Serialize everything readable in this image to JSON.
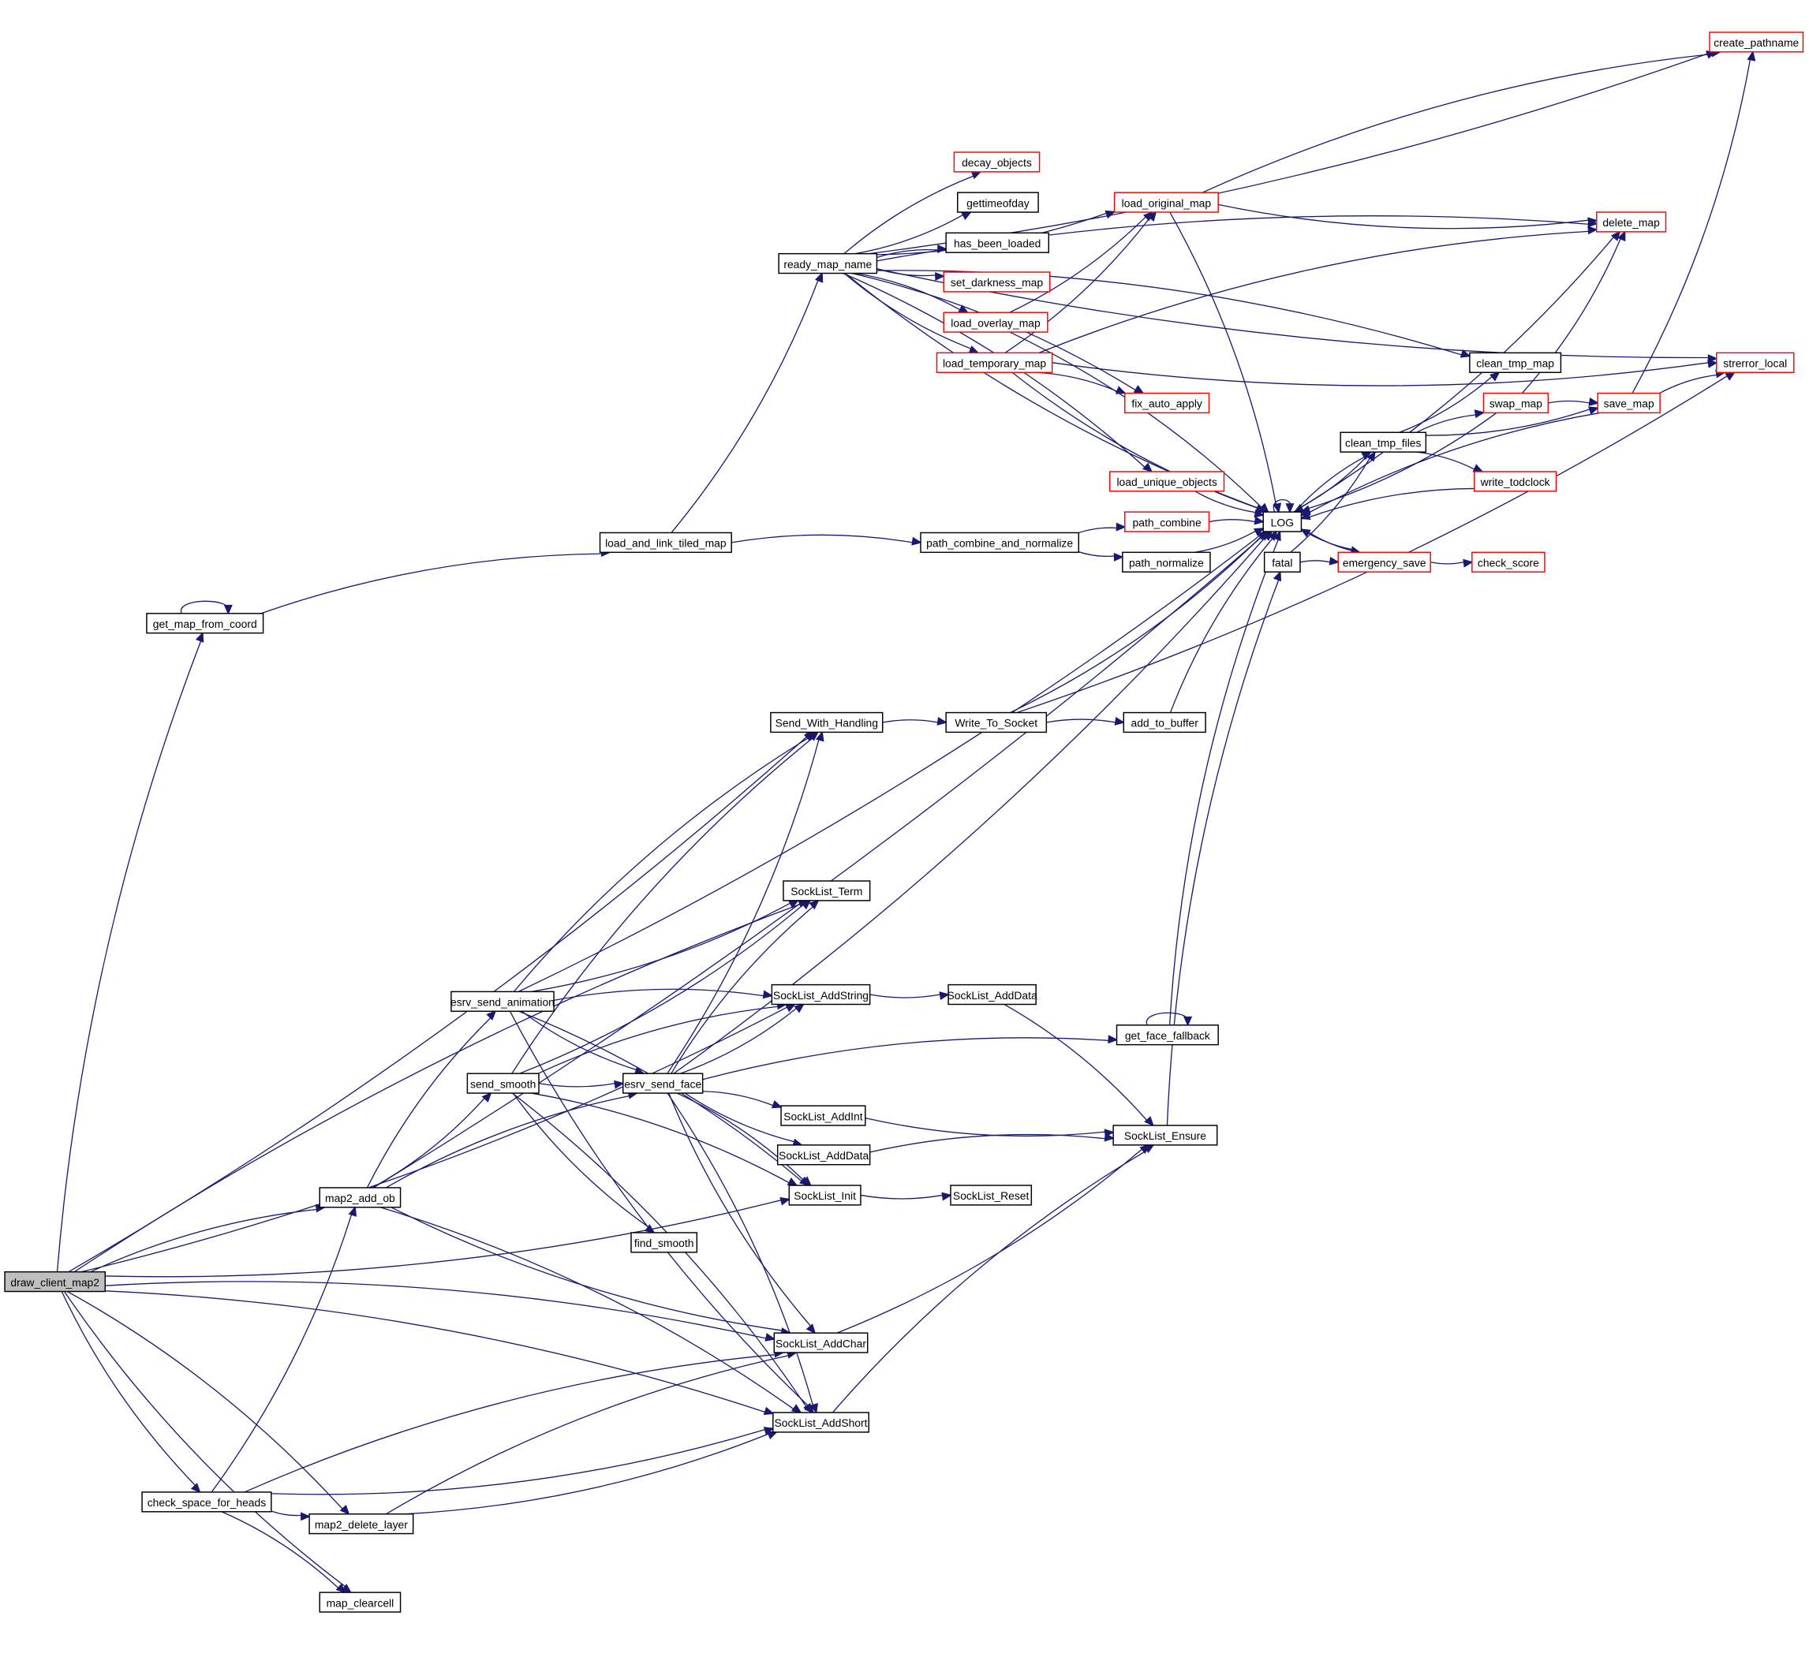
{
  "title": "draw_client_map2 call graph",
  "colors": {
    "edge": "#191970",
    "node_border_default": "#000000",
    "node_border_truncated": "#ff0000",
    "root_fill": "#bfbfbf",
    "node_fill": "#ffffff"
  },
  "nodes": [
    {
      "id": "draw_client_map2",
      "label": "draw_client_map2",
      "type": "root"
    },
    {
      "id": "get_map_from_coord",
      "label": "get_map_from_coord",
      "type": "normal"
    },
    {
      "id": "load_and_link_tiled_map",
      "label": "load_and_link_tiled_map",
      "type": "normal"
    },
    {
      "id": "ready_map_name",
      "label": "ready_map_name",
      "type": "normal"
    },
    {
      "id": "decay_objects",
      "label": "decay_objects",
      "type": "truncated"
    },
    {
      "id": "gettimeofday",
      "label": "gettimeofday",
      "type": "normal"
    },
    {
      "id": "has_been_loaded",
      "label": "has_been_loaded",
      "type": "normal"
    },
    {
      "id": "set_darkness_map",
      "label": "set_darkness_map",
      "type": "truncated"
    },
    {
      "id": "load_overlay_map",
      "label": "load_overlay_map",
      "type": "truncated"
    },
    {
      "id": "load_temporary_map",
      "label": "load_temporary_map",
      "type": "truncated"
    },
    {
      "id": "load_original_map",
      "label": "load_original_map",
      "type": "truncated"
    },
    {
      "id": "fix_auto_apply",
      "label": "fix_auto_apply",
      "type": "truncated"
    },
    {
      "id": "load_unique_objects",
      "label": "load_unique_objects",
      "type": "truncated"
    },
    {
      "id": "path_combine_and_normalize",
      "label": "path_combine_and_normalize",
      "type": "normal"
    },
    {
      "id": "path_combine",
      "label": "path_combine",
      "type": "truncated"
    },
    {
      "id": "path_normalize",
      "label": "path_normalize",
      "type": "normal"
    },
    {
      "id": "LOG",
      "label": "LOG",
      "type": "normal"
    },
    {
      "id": "fatal",
      "label": "fatal",
      "type": "normal"
    },
    {
      "id": "emergency_save",
      "label": "emergency_save",
      "type": "truncated"
    },
    {
      "id": "check_score",
      "label": "check_score",
      "type": "truncated"
    },
    {
      "id": "clean_tmp_files",
      "label": "clean_tmp_files",
      "type": "normal"
    },
    {
      "id": "write_todclock",
      "label": "write_todclock",
      "type": "truncated"
    },
    {
      "id": "clean_tmp_map",
      "label": "clean_tmp_map",
      "type": "normal"
    },
    {
      "id": "swap_map",
      "label": "swap_map",
      "type": "truncated"
    },
    {
      "id": "save_map",
      "label": "save_map",
      "type": "truncated"
    },
    {
      "id": "delete_map",
      "label": "delete_map",
      "type": "truncated"
    },
    {
      "id": "strerror_local",
      "label": "strerror_local",
      "type": "truncated"
    },
    {
      "id": "create_pathname",
      "label": "create_pathname",
      "type": "truncated"
    },
    {
      "id": "Send_With_Handling",
      "label": "Send_With_Handling",
      "type": "normal"
    },
    {
      "id": "Write_To_Socket",
      "label": "Write_To_Socket",
      "type": "normal"
    },
    {
      "id": "add_to_buffer",
      "label": "add_to_buffer",
      "type": "normal"
    },
    {
      "id": "SockList_Term",
      "label": "SockList_Term",
      "type": "normal"
    },
    {
      "id": "esrv_send_animation",
      "label": "esrv_send_animation",
      "type": "normal"
    },
    {
      "id": "SockList_AddString",
      "label": "SockList_AddString",
      "type": "normal"
    },
    {
      "id": "SockList_AddData_a",
      "label": "SockList_AddData",
      "type": "normal"
    },
    {
      "id": "get_face_fallback",
      "label": "get_face_fallback",
      "type": "normal"
    },
    {
      "id": "send_smooth",
      "label": "send_smooth",
      "type": "normal"
    },
    {
      "id": "esrv_send_face",
      "label": "esrv_send_face",
      "type": "normal"
    },
    {
      "id": "SockList_AddInt",
      "label": "SockList_AddInt",
      "type": "normal"
    },
    {
      "id": "SockList_AddData_b",
      "label": "SockList_AddData",
      "type": "normal"
    },
    {
      "id": "SockList_Ensure",
      "label": "SockList_Ensure",
      "type": "normal"
    },
    {
      "id": "SockList_Init",
      "label": "SockList_Init",
      "type": "normal"
    },
    {
      "id": "SockList_Reset",
      "label": "SockList_Reset",
      "type": "normal"
    },
    {
      "id": "find_smooth",
      "label": "find_smooth",
      "type": "normal"
    },
    {
      "id": "map2_add_ob",
      "label": "map2_add_ob",
      "type": "normal"
    },
    {
      "id": "SockList_AddChar",
      "label": "SockList_AddChar",
      "type": "normal"
    },
    {
      "id": "SockList_AddShort",
      "label": "SockList_AddShort",
      "type": "normal"
    },
    {
      "id": "check_space_for_heads",
      "label": "check_space_for_heads",
      "type": "normal"
    },
    {
      "id": "map2_delete_layer",
      "label": "map2_delete_layer",
      "type": "normal"
    },
    {
      "id": "map_clearcell",
      "label": "map_clearcell",
      "type": "normal"
    }
  ],
  "edges": [
    [
      "draw_client_map2",
      "get_map_from_coord"
    ],
    [
      "draw_client_map2",
      "Send_With_Handling"
    ],
    [
      "draw_client_map2",
      "SockList_Term"
    ],
    [
      "draw_client_map2",
      "SockList_AddString"
    ],
    [
      "draw_client_map2",
      "map2_add_ob"
    ],
    [
      "draw_client_map2",
      "SockList_Init"
    ],
    [
      "draw_client_map2",
      "SockList_AddChar"
    ],
    [
      "draw_client_map2",
      "check_space_for_heads"
    ],
    [
      "draw_client_map2",
      "map2_delete_layer"
    ],
    [
      "draw_client_map2",
      "map_clearcell"
    ],
    [
      "draw_client_map2",
      "SockList_AddShort"
    ],
    [
      "get_map_from_coord",
      "get_map_from_coord"
    ],
    [
      "get_map_from_coord",
      "load_and_link_tiled_map"
    ],
    [
      "load_and_link_tiled_map",
      "ready_map_name"
    ],
    [
      "load_and_link_tiled_map",
      "path_combine_and_normalize"
    ],
    [
      "ready_map_name",
      "create_pathname"
    ],
    [
      "ready_map_name",
      "delete_map"
    ],
    [
      "ready_map_name",
      "load_original_map"
    ],
    [
      "ready_map_name",
      "clean_tmp_map"
    ],
    [
      "ready_map_name",
      "strerror_local"
    ],
    [
      "ready_map_name",
      "decay_objects"
    ],
    [
      "ready_map_name",
      "gettimeofday"
    ],
    [
      "ready_map_name",
      "has_been_loaded"
    ],
    [
      "ready_map_name",
      "set_darkness_map"
    ],
    [
      "ready_map_name",
      "load_overlay_map"
    ],
    [
      "ready_map_name",
      "load_temporary_map"
    ],
    [
      "ready_map_name",
      "fix_auto_apply"
    ],
    [
      "ready_map_name",
      "LOG"
    ],
    [
      "ready_map_name",
      "load_unique_objects"
    ],
    [
      "load_overlay_map",
      "load_original_map"
    ],
    [
      "load_overlay_map",
      "LOG"
    ],
    [
      "load_temporary_map",
      "load_original_map"
    ],
    [
      "load_temporary_map",
      "delete_map"
    ],
    [
      "load_temporary_map",
      "strerror_local"
    ],
    [
      "load_temporary_map",
      "fix_auto_apply"
    ],
    [
      "load_temporary_map",
      "LOG"
    ],
    [
      "load_original_map",
      "create_pathname"
    ],
    [
      "load_original_map",
      "delete_map"
    ],
    [
      "load_original_map",
      "LOG"
    ],
    [
      "load_unique_objects",
      "LOG"
    ],
    [
      "path_combine_and_normalize",
      "path_combine"
    ],
    [
      "path_combine_and_normalize",
      "path_normalize"
    ],
    [
      "path_combine",
      "LOG"
    ],
    [
      "path_normalize",
      "LOG"
    ],
    [
      "LOG",
      "LOG"
    ],
    [
      "LOG",
      "delete_map"
    ],
    [
      "LOG",
      "clean_tmp_files"
    ],
    [
      "LOG",
      "emergency_save"
    ],
    [
      "fatal",
      "emergency_save"
    ],
    [
      "fatal",
      "clean_tmp_files"
    ],
    [
      "emergency_save",
      "LOG"
    ],
    [
      "emergency_save",
      "check_score"
    ],
    [
      "clean_tmp_files",
      "LOG"
    ],
    [
      "clean_tmp_files",
      "clean_tmp_map"
    ],
    [
      "clean_tmp_files",
      "swap_map"
    ],
    [
      "clean_tmp_files",
      "save_map"
    ],
    [
      "clean_tmp_files",
      "write_todclock"
    ],
    [
      "write_todclock",
      "LOG"
    ],
    [
      "swap_map",
      "LOG"
    ],
    [
      "swap_map",
      "delete_map"
    ],
    [
      "swap_map",
      "save_map"
    ],
    [
      "save_map",
      "create_pathname"
    ],
    [
      "save_map",
      "strerror_local"
    ],
    [
      "save_map",
      "LOG"
    ],
    [
      "Send_With_Handling",
      "Write_To_Socket"
    ],
    [
      "Write_To_Socket",
      "LOG"
    ],
    [
      "Write_To_Socket",
      "add_to_buffer"
    ],
    [
      "Write_To_Socket",
      "strerror_local"
    ],
    [
      "add_to_buffer",
      "LOG"
    ],
    [
      "map2_add_ob",
      "LOG"
    ],
    [
      "map2_add_ob",
      "esrv_send_animation"
    ],
    [
      "map2_add_ob",
      "send_smooth"
    ],
    [
      "map2_add_ob",
      "esrv_send_face"
    ],
    [
      "map2_add_ob",
      "SockList_AddChar"
    ],
    [
      "map2_add_ob",
      "SockList_AddShort"
    ],
    [
      "esrv_send_animation",
      "LOG"
    ],
    [
      "esrv_send_animation",
      "Send_With_Handling"
    ],
    [
      "esrv_send_animation",
      "SockList_Term"
    ],
    [
      "esrv_send_animation",
      "SockList_AddString"
    ],
    [
      "esrv_send_animation",
      "esrv_send_face"
    ],
    [
      "esrv_send_animation",
      "SockList_Init"
    ],
    [
      "esrv_send_animation",
      "SockList_AddShort"
    ],
    [
      "send_smooth",
      "Send_With_Handling"
    ],
    [
      "send_smooth",
      "SockList_Term"
    ],
    [
      "send_smooth",
      "SockList_AddString"
    ],
    [
      "send_smooth",
      "esrv_send_face"
    ],
    [
      "send_smooth",
      "SockList_Init"
    ],
    [
      "send_smooth",
      "find_smooth"
    ],
    [
      "send_smooth",
      "SockList_AddShort"
    ],
    [
      "esrv_send_face",
      "Send_With_Handling"
    ],
    [
      "esrv_send_face",
      "SockList_Term"
    ],
    [
      "esrv_send_face",
      "SockList_AddString"
    ],
    [
      "esrv_send_face",
      "get_face_fallback"
    ],
    [
      "esrv_send_face",
      "LOG"
    ],
    [
      "esrv_send_face",
      "SockList_AddInt"
    ],
    [
      "esrv_send_face",
      "SockList_AddData_b"
    ],
    [
      "esrv_send_face",
      "SockList_Init"
    ],
    [
      "esrv_send_face",
      "SockList_AddChar"
    ],
    [
      "esrv_send_face",
      "SockList_AddShort"
    ],
    [
      "SockList_AddString",
      "SockList_AddData_a"
    ],
    [
      "SockList_AddData_a",
      "SockList_Ensure"
    ],
    [
      "get_face_fallback",
      "get_face_fallback"
    ],
    [
      "get_face_fallback",
      "LOG"
    ],
    [
      "SockList_AddInt",
      "SockList_Ensure"
    ],
    [
      "SockList_AddData_b",
      "SockList_Ensure"
    ],
    [
      "SockList_Init",
      "SockList_Reset"
    ],
    [
      "SockList_Ensure",
      "fatal"
    ],
    [
      "SockList_AddChar",
      "SockList_Ensure"
    ],
    [
      "SockList_AddShort",
      "SockList_Ensure"
    ],
    [
      "check_space_for_heads",
      "map2_add_ob"
    ],
    [
      "check_space_for_heads",
      "SockList_AddChar"
    ],
    [
      "check_space_for_heads",
      "map2_delete_layer"
    ],
    [
      "check_space_for_heads",
      "map_clearcell"
    ],
    [
      "check_space_for_heads",
      "SockList_AddShort"
    ],
    [
      "map2_delete_layer",
      "SockList_AddChar"
    ],
    [
      "map2_delete_layer",
      "SockList_AddShort"
    ]
  ]
}
